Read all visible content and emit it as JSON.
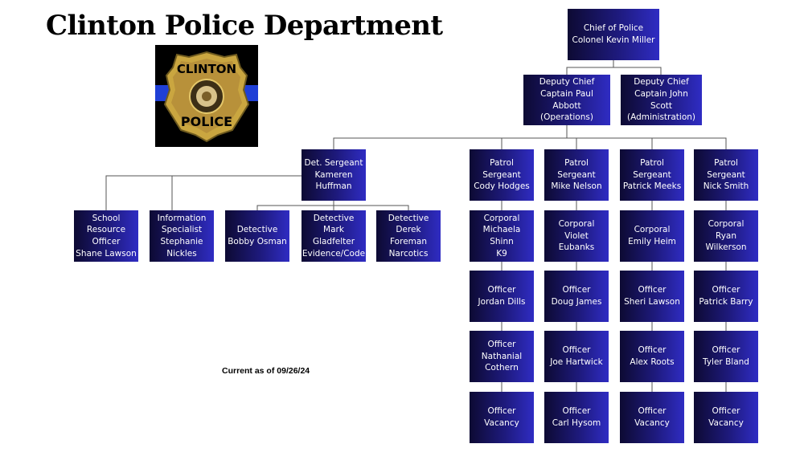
{
  "title": "Clinton Police Department",
  "updated_text": "Current as of 09/26/24",
  "badge": {
    "text_top": "CLINTON",
    "text_bottom": "POLICE"
  },
  "colors": {
    "box_dark": "#0d0a33",
    "box_light": "#2f2cc3",
    "badge_stripe": "#1f3fd6",
    "badge_gold": "#c9a43c"
  },
  "nodes": {
    "chief": "Chief of Police\nColonel Kevin Miller",
    "deputy_ops": "Deputy Chief\nCaptain Paul Abbott\n(Operations)",
    "deputy_admin": "Deputy Chief\nCaptain John Scott\n(Administration)",
    "det_sergeant": "Det. Sergeant\nKameren\nHuffman",
    "sro": "School\nResource\nOfficer\nShane Lawson",
    "info_specialist": "Information\nSpecialist\nStephanie\nNickles",
    "det_osman": "Detective\nBobby Osman",
    "det_gladfelter": "Detective\nMark Gladfelter\nEvidence/Code",
    "det_foreman": "Detective\nDerek Foreman\nNarcotics",
    "ps_hodges": "Patrol Sergeant\nCody Hodges",
    "ps_nelson": "Patrol Sergeant\nMike Nelson",
    "ps_meeks": "Patrol Sergeant\nPatrick Meeks",
    "ps_smith": "Patrol Sergeant\nNick Smith",
    "cpl_shinn": "Corporal\nMichaela Shinn\nK9",
    "cpl_eubanks": "Corporal\nViolet Eubanks",
    "cpl_heim": "Corporal\nEmily Heim",
    "cpl_wilkerson": "Corporal\nRyan Wilkerson",
    "off_dills": "Officer\nJordan Dills",
    "off_james": "Officer\nDoug James",
    "off_lawson": "Officer\nSheri Lawson",
    "off_barry": "Officer\nPatrick Barry",
    "off_cothern": "Officer\nNathanial\nCothern",
    "off_hartwick": "Officer\nJoe Hartwick",
    "off_roots": "Officer\nAlex Roots",
    "off_bland": "Officer\nTyler Bland",
    "vac_1": "Officer\nVacancy",
    "off_hysom": "Officer\nCarl Hysom",
    "vac_3": "Officer\nVacancy",
    "vac_4": "Officer\nVacancy"
  }
}
